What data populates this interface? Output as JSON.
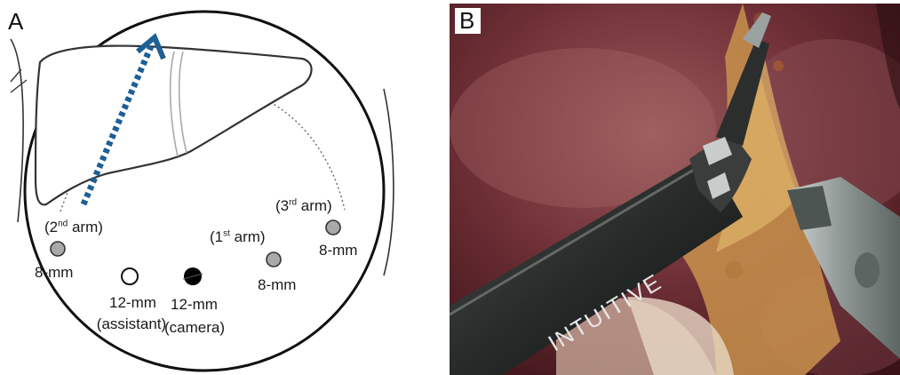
{
  "panel_a": {
    "letter": "A",
    "ports": {
      "second_arm": {
        "label_prefix": "(2",
        "label_sup": "nd",
        "label_suffix": " arm)",
        "size": "8-mm"
      },
      "assistant": {
        "size": "12-mm",
        "role": "(assistant)"
      },
      "camera": {
        "size": "12-mm",
        "role": "(camera)"
      },
      "first_arm": {
        "label_prefix": "(1",
        "label_sup": "st",
        "label_suffix": " arm)",
        "size": "8-mm"
      },
      "third_arm": {
        "label_prefix": "(3",
        "label_sup": "rd",
        "label_suffix": " arm)",
        "size": "8-mm"
      }
    },
    "colors": {
      "arrow": "#1d5f97",
      "port_gray": "#a9a9a9",
      "camera_port": "#000000"
    }
  },
  "panel_b": {
    "letter": "B",
    "instrument_text": "INTUITIVE"
  }
}
